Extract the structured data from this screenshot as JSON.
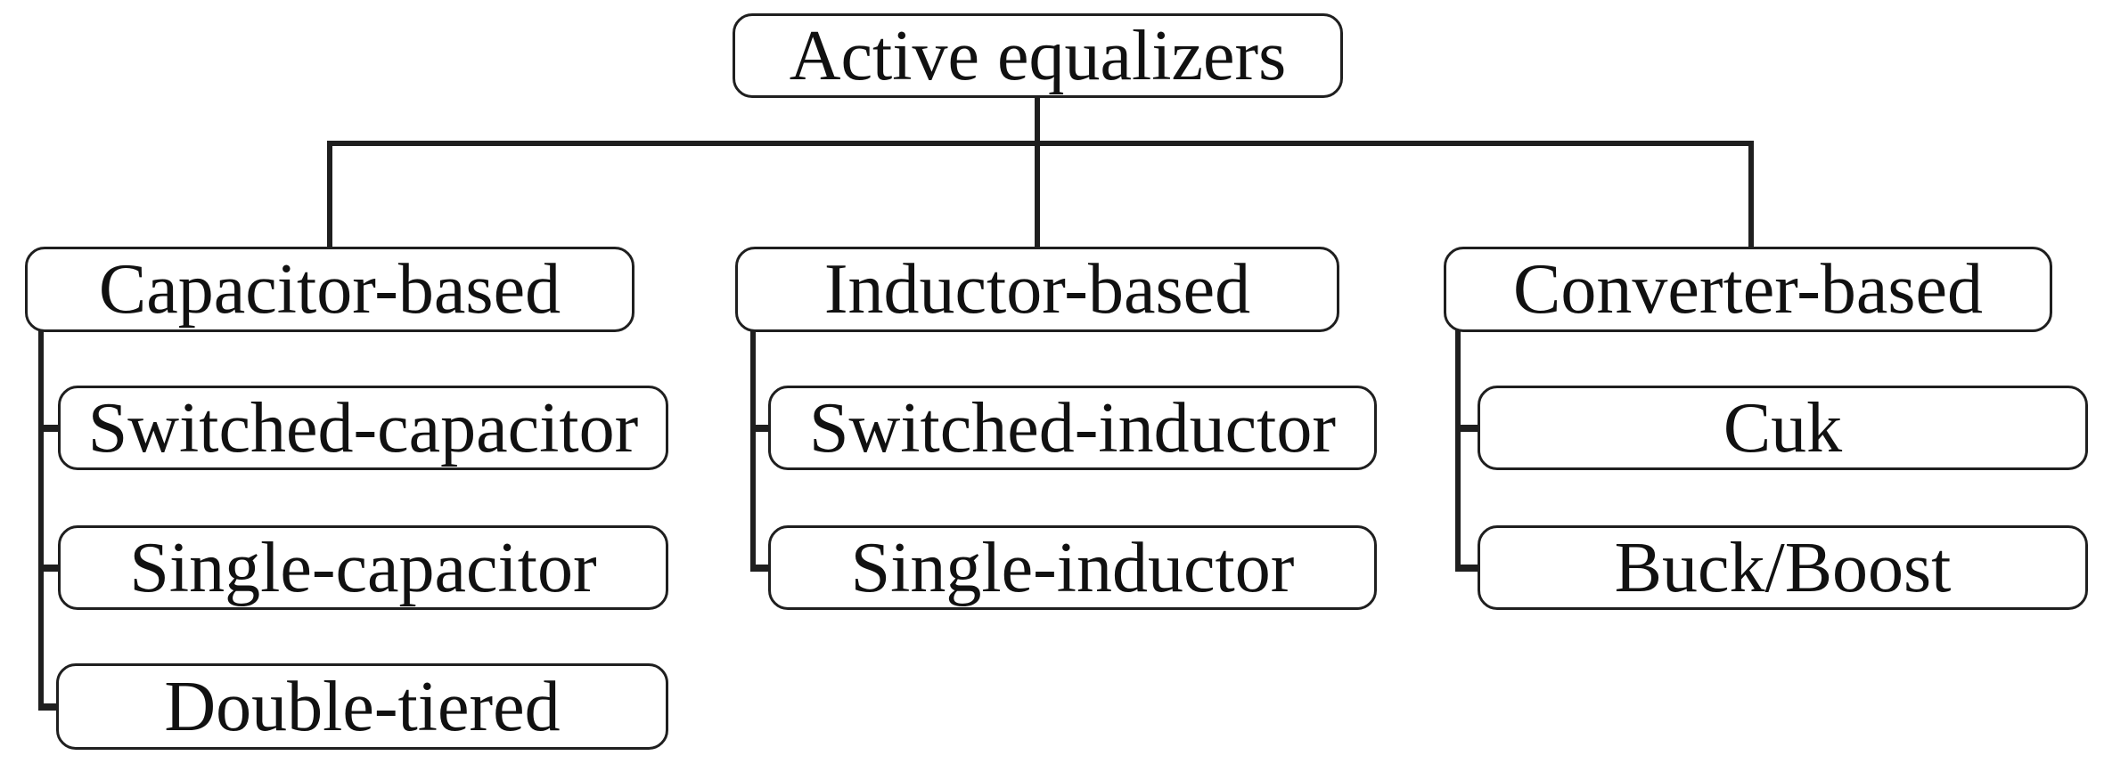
{
  "figure": {
    "background": "#ffffff",
    "line_color": "#1f1f1f",
    "text_color": "#111111",
    "box_fill": "#ffffff"
  },
  "tree": {
    "root": {
      "label": "Active equalizers"
    },
    "branches": [
      {
        "label": "Capacitor-based",
        "children": [
          {
            "label": "Switched-capacitor"
          },
          {
            "label": "Single-capacitor"
          },
          {
            "label": "Double-tiered"
          }
        ]
      },
      {
        "label": "Inductor-based",
        "children": [
          {
            "label": "Switched-inductor"
          },
          {
            "label": "Single-inductor"
          }
        ]
      },
      {
        "label": "Converter-based",
        "children": [
          {
            "label": "Cuk"
          },
          {
            "label": "Buck/Boost"
          }
        ]
      }
    ]
  }
}
